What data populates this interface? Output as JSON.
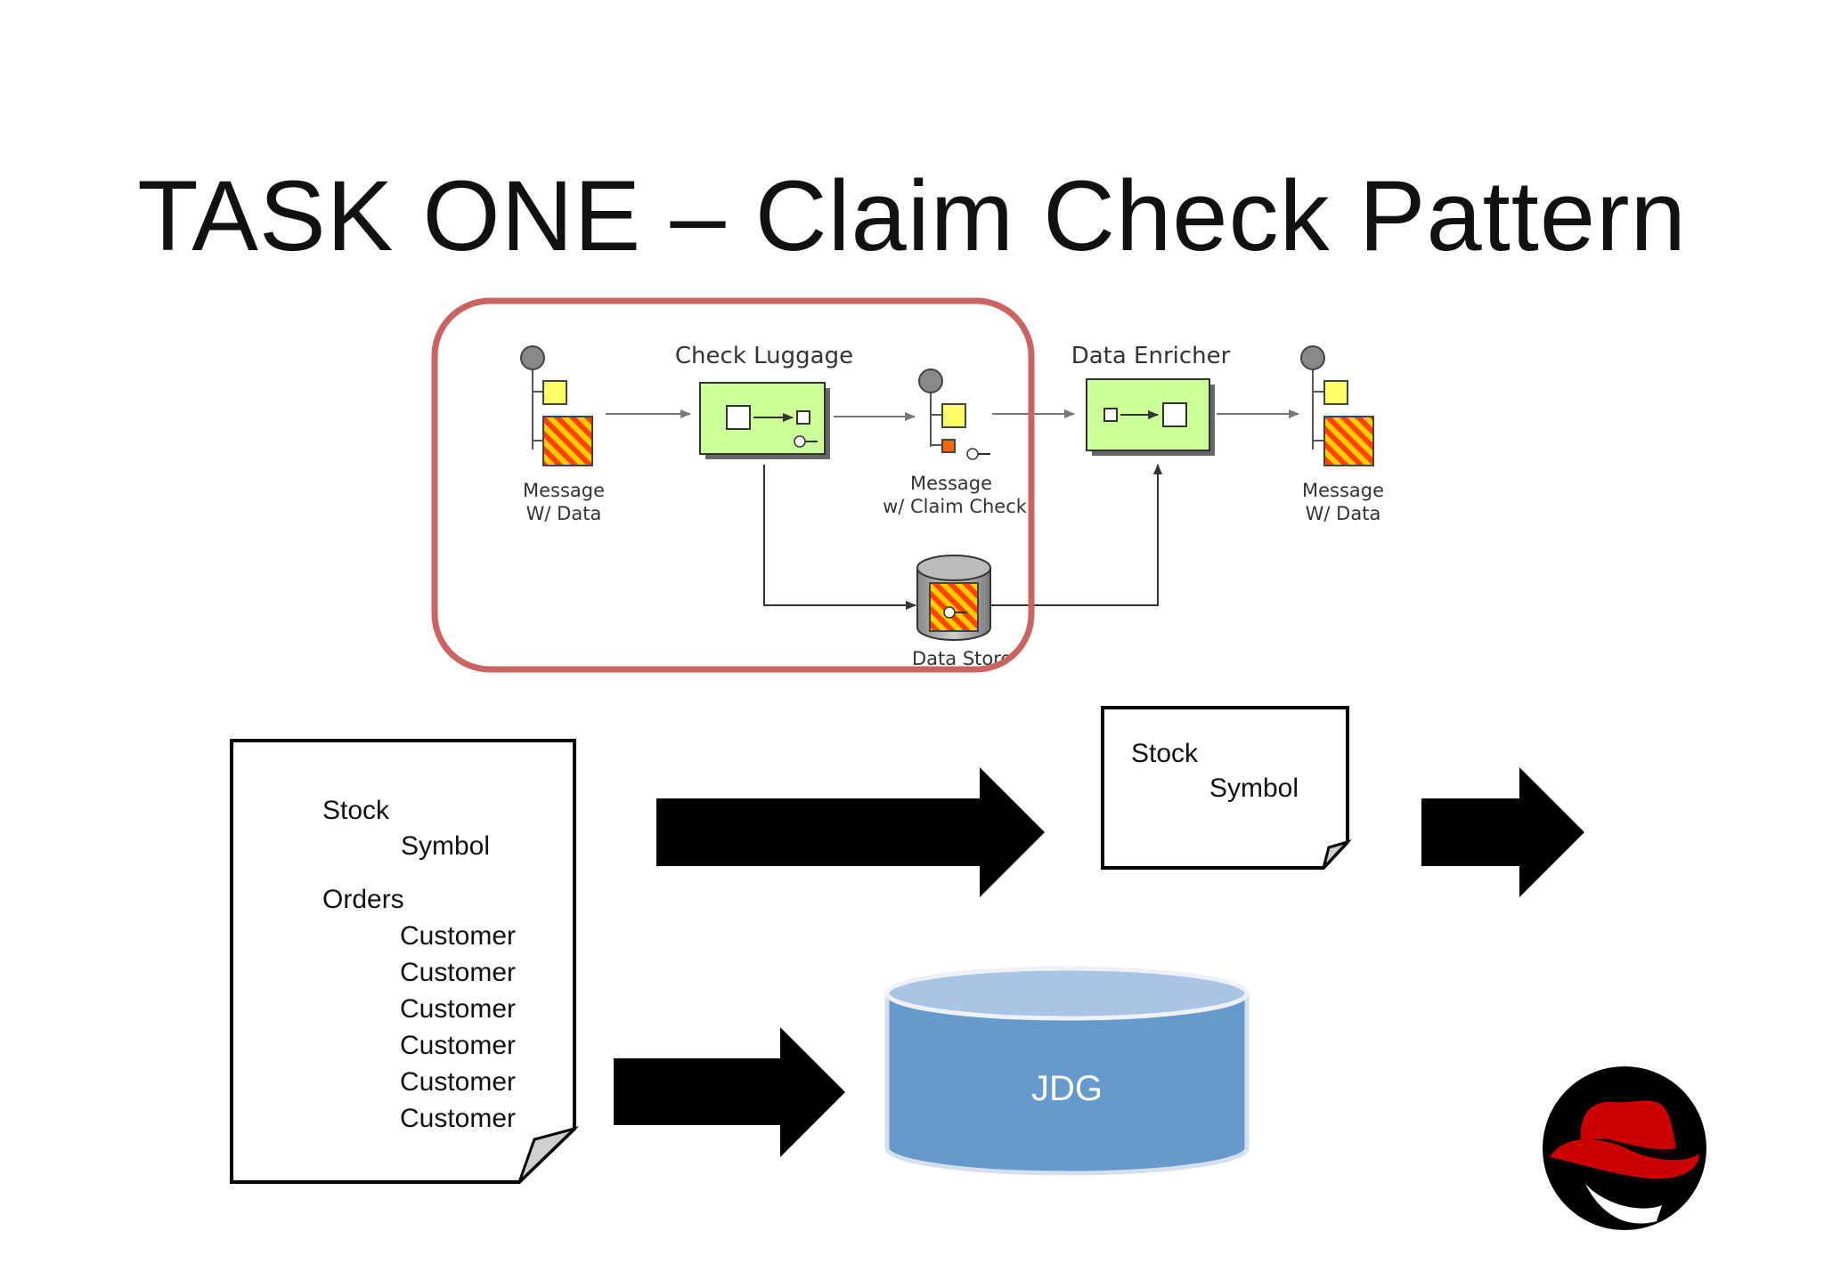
{
  "slide": {
    "title": "TASK ONE – Claim Check Pattern"
  },
  "pattern": {
    "check_luggage": "Check Luggage",
    "data_enricher": "Data Enricher",
    "msg1_line1": "Message",
    "msg1_line2": "W/ Data",
    "msg2_line1": "Message",
    "msg2_line2": "w/ Claim Check",
    "msg3_line1": "Message",
    "msg3_line2": "W/ Data",
    "data_store": "Data Store"
  },
  "full_doc": {
    "stock": "Stock",
    "symbol": "Symbol",
    "orders": "Orders",
    "customers": [
      "Customer",
      "Customer",
      "Customer",
      "Customer",
      "Customer",
      "Customer"
    ]
  },
  "small_doc": {
    "stock": "Stock",
    "symbol": "Symbol"
  },
  "cache": {
    "label": "JDG"
  },
  "colors": {
    "highlight_border": "#c96463",
    "filter_green": "#ccff99",
    "message_yellow": "#ffff66",
    "payload_orange": "#ff6600",
    "cylinder_blue": "#6699cc",
    "cylinder_top": "#a9c4e4",
    "redhat_red": "#cc0000"
  },
  "icons": [
    "redhat-logo-icon",
    "key-icon",
    "database-icon",
    "arrow-right-icon"
  ]
}
